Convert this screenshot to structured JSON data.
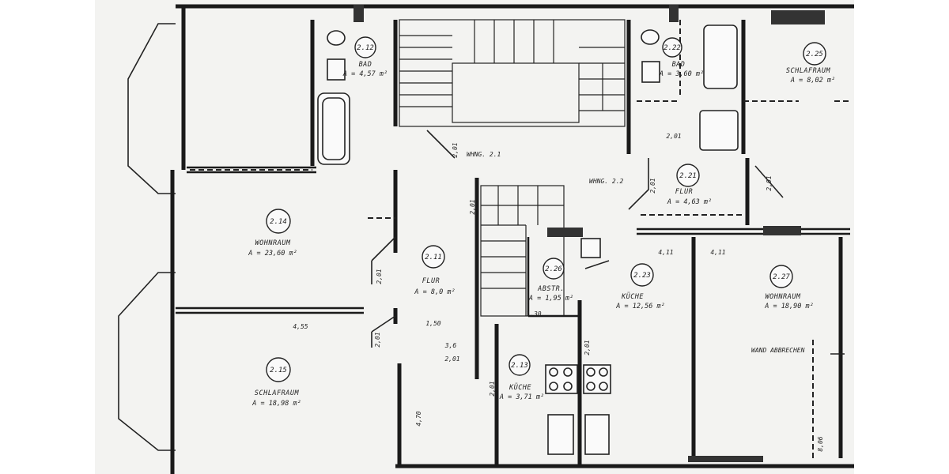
{
  "rooms": [
    {
      "id": "r212",
      "number": "2.12",
      "name": "BAD",
      "area": "A = 4,57 m²"
    },
    {
      "id": "r214",
      "number": "2.14",
      "name": "WOHNRAUM",
      "area": "A = 23,60 m²"
    },
    {
      "id": "r211",
      "number": "2.11",
      "name": "FLUR",
      "area": "A = 8,0 m²"
    },
    {
      "id": "r215",
      "number": "2.15",
      "name": "SCHLAFRAUM",
      "area": "A = 18,98 m²"
    },
    {
      "id": "r213",
      "number": "2.13",
      "name": "KÜCHE",
      "area": "A = 3,71 m²"
    },
    {
      "id": "r226",
      "number": "2.26",
      "name": "ABSTR.",
      "area": "A = 1,95 m²"
    },
    {
      "id": "r223",
      "number": "2.23",
      "name": "KÜCHE",
      "area": "A = 12,56 m²"
    },
    {
      "id": "r227",
      "number": "2.27",
      "name": "WOHNRAUM",
      "area": "A = 18,90 m²"
    },
    {
      "id": "r221",
      "number": "2.21",
      "name": "FLUR",
      "area": "A = 4,63 m²"
    },
    {
      "id": "r222",
      "number": "2.22",
      "name": "BAD",
      "area": "A = 3,60 m²"
    },
    {
      "id": "r225",
      "number": "2.25",
      "name": "SCHLAFRAUM",
      "area": "A = 8,02 m²"
    }
  ],
  "labels": {
    "wohnung1": "WHNG. 2.1",
    "wohnung2": "WHNG. 2.2",
    "wand_note": "WAND ABBRECHEN"
  },
  "dimensions": {
    "d1": "4,55",
    "d2": "1,50",
    "d3": "1,30",
    "d4": "4,70",
    "d5": "2,01",
    "d6": "2,01",
    "d7": "2,01",
    "d8": "2,01",
    "d9": "2,01",
    "d10": "3,6",
    "d11": "4,11",
    "d12": "4,11",
    "d13": "2,01",
    "d14": "2,01",
    "d15": "2,01",
    "d16": "2,01",
    "d17": "2,01",
    "d18": "8,06"
  }
}
